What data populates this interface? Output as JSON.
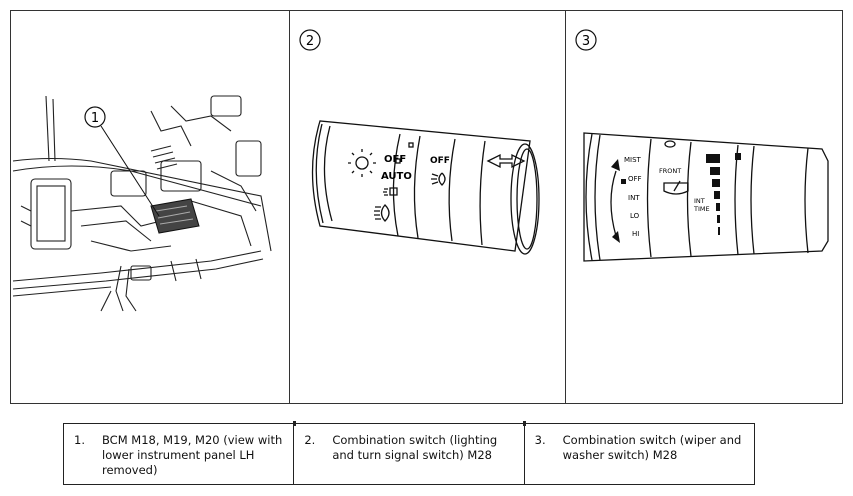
{
  "callouts": {
    "p1": "1",
    "p2": "2",
    "p3": "3"
  },
  "switch_lighting": {
    "off1": "OFF",
    "auto": "AUTO",
    "off2": "OFF"
  },
  "switch_wiper": {
    "mist": "MIST",
    "off": "OFF",
    "int": "INT",
    "lo": "LO",
    "hi": "HI",
    "front": "FRONT",
    "int_time_1": "INT",
    "int_time_2": "TIME"
  },
  "legend": [
    {
      "num": "1.",
      "text": "BCM M18, M19, M20 (view with lower instrument panel LH removed)"
    },
    {
      "num": "2.",
      "text": "Combination switch (lighting and turn signal switch) M28"
    },
    {
      "num": "3.",
      "text": "Combination switch (wiper and washer switch) M28"
    }
  ]
}
